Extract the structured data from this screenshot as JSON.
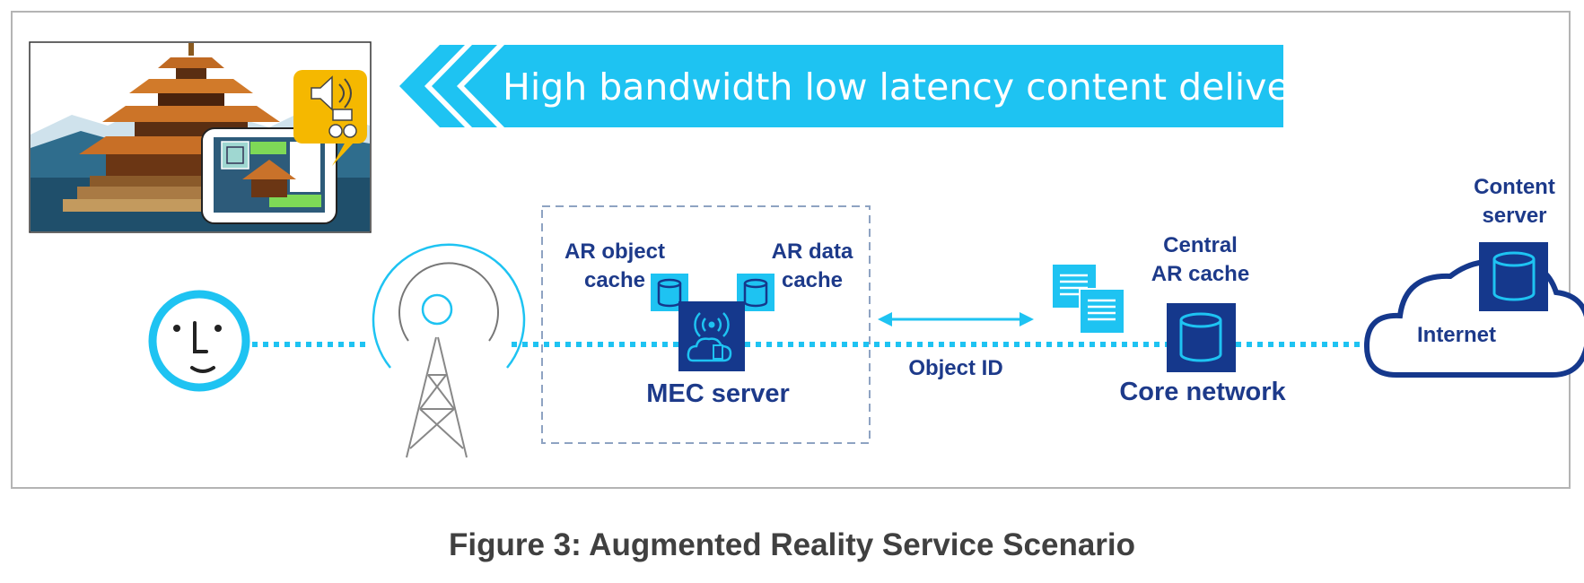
{
  "banner": {
    "text": "High bandwidth low latency content delivery"
  },
  "labels": {
    "ar_object_cache": "AR object\ncache",
    "ar_data_cache": "AR data\ncache",
    "mec_server": "MEC server",
    "object_id": "Object ID",
    "central_ar_cache": "Central\nAR cache",
    "core_network": "Core network",
    "content_server": "Content\nserver",
    "internet": "Internet"
  },
  "caption": "Figure 3: Augmented Reality Service Scenario",
  "colors": {
    "accent_cyan": "#1ec3f2",
    "navy": "#15388c",
    "text_navy": "#1d3a8a",
    "caption_gray": "#404040",
    "frame_gray": "#b4b4b4"
  },
  "icons": [
    "temple-ar-illustration",
    "speaker-icon",
    "user-face-icon",
    "antenna-tower-icon",
    "database-icon",
    "mec-server-icon",
    "documents-icon",
    "cloud-icon"
  ]
}
